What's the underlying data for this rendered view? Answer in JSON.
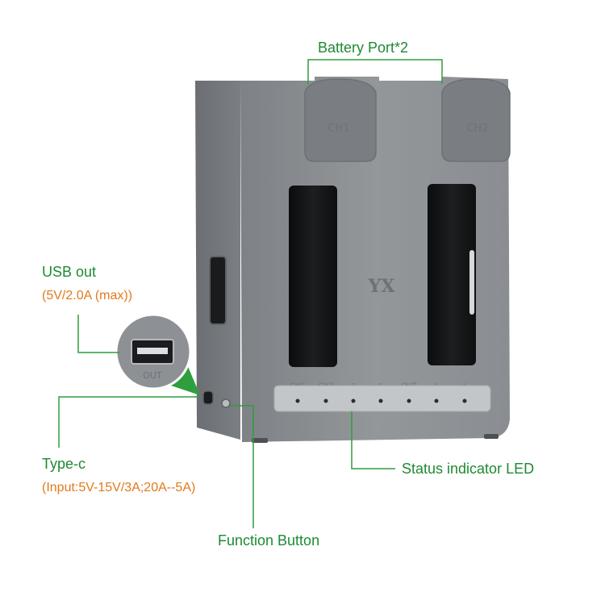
{
  "labels": {
    "battery_port": "Battery Port*2",
    "usb_out_title": "USB out",
    "usb_out_spec": "(5V/2.0A (max))",
    "type_c_title": "Type-c",
    "type_c_spec": "(Input:5V-15V/3A;20A--5A)",
    "status_led": "Status indicator LED",
    "function_button": "Function Button"
  },
  "device": {
    "port_left": "CH1",
    "port_right": "CH2",
    "usb_port_label": "OUT",
    "logo": "YX",
    "led_labels": [
      "CH1",
      "CH2",
      "▯",
      "▯",
      "OUT",
      "⚠",
      "⚡"
    ]
  },
  "colors": {
    "label_green": "#1e8a32",
    "label_orange": "#e07a1c",
    "leader_green": "#2e9e3e",
    "body_gray": "#8c9096"
  }
}
